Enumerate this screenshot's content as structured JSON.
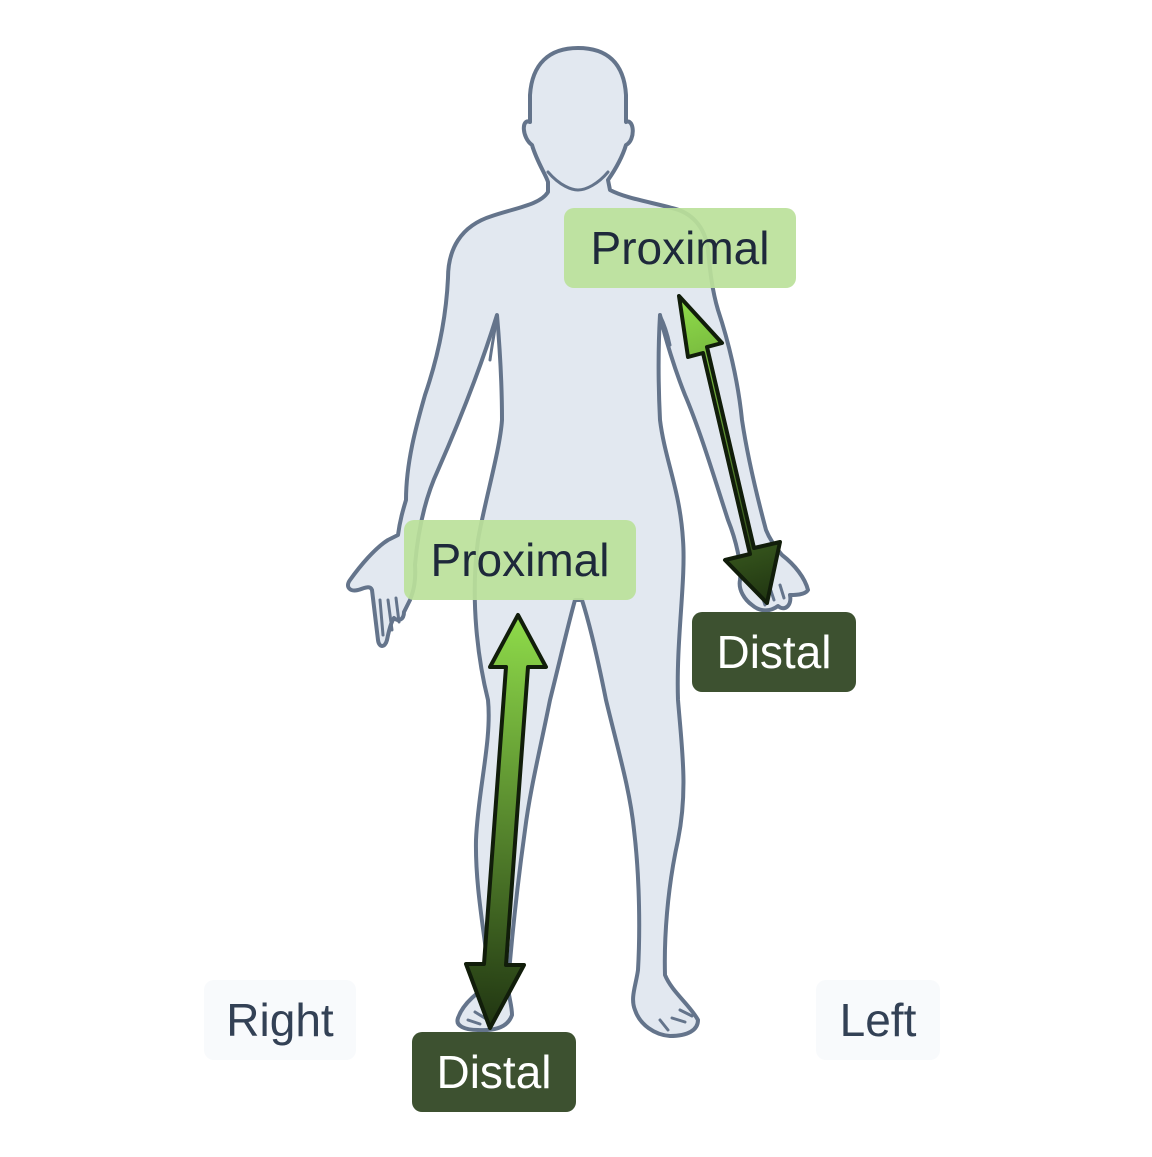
{
  "labels": {
    "proximal_arm": "Proximal",
    "distal_arm": "Distal",
    "proximal_leg": "Proximal",
    "distal_leg": "Distal",
    "side_right": "Right",
    "side_left": "Left"
  },
  "colors": {
    "body_fill": "#e2e8f0",
    "body_stroke": "#64748b",
    "proximal_bg": "#bbe19a",
    "distal_bg": "#3d5130",
    "arrow_light": "#8fdc4a",
    "arrow_dark": "#213612",
    "arrow_outline": "#111d0a"
  }
}
